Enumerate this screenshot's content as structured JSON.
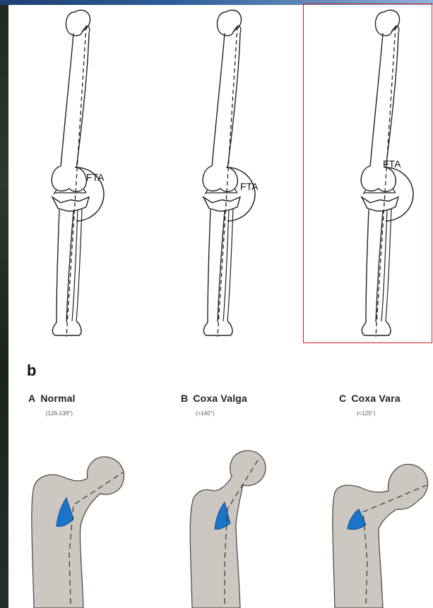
{
  "panel_a": {
    "legs": [
      {
        "angle_label": "FTA"
      },
      {
        "angle_label": "FTA"
      },
      {
        "angle_label": "FTA"
      }
    ]
  },
  "panel_b": {
    "label": "b",
    "femurs": [
      {
        "letter": "A",
        "name": "Normal",
        "range": "(126-139°)"
      },
      {
        "letter": "B",
        "name": "Coxa Valga",
        "range": "(>140°)"
      },
      {
        "letter": "C",
        "name": "Coxa Vara",
        "range": "(<125°)"
      }
    ]
  },
  "colors": {
    "bone_fill": "#cdc7c2",
    "angle_fill": "#1a74c8",
    "highlight_border": "#c8202a"
  }
}
